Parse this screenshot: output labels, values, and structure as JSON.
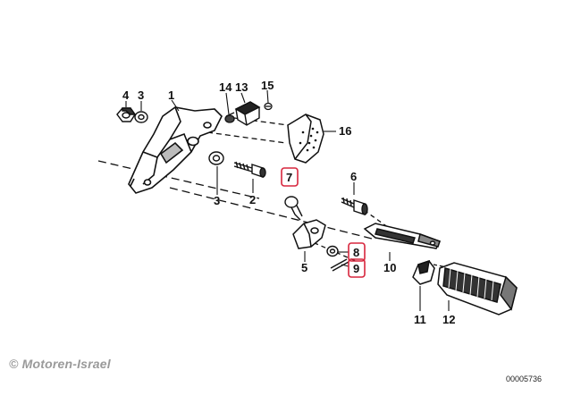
{
  "callouts": [
    {
      "id": "c1",
      "label": "1",
      "highlighted": false
    },
    {
      "id": "c2",
      "label": "2",
      "highlighted": false
    },
    {
      "id": "c3a",
      "label": "3",
      "highlighted": false
    },
    {
      "id": "c3b",
      "label": "3",
      "highlighted": false
    },
    {
      "id": "c4",
      "label": "4",
      "highlighted": false
    },
    {
      "id": "c5",
      "label": "5",
      "highlighted": false
    },
    {
      "id": "c6",
      "label": "6",
      "highlighted": false
    },
    {
      "id": "c7",
      "label": "7",
      "highlighted": true
    },
    {
      "id": "c8",
      "label": "8",
      "highlighted": true
    },
    {
      "id": "c9",
      "label": "9",
      "highlighted": true
    },
    {
      "id": "c10",
      "label": "10",
      "highlighted": false
    },
    {
      "id": "c11",
      "label": "11",
      "highlighted": false
    },
    {
      "id": "c12",
      "label": "12",
      "highlighted": false
    },
    {
      "id": "c13",
      "label": "13",
      "highlighted": false
    },
    {
      "id": "c14",
      "label": "14",
      "highlighted": false
    },
    {
      "id": "c15",
      "label": "15",
      "highlighted": false
    },
    {
      "id": "c16",
      "label": "16",
      "highlighted": false
    }
  ],
  "watermark": "© Motoren-Israel",
  "drawing_number": "00005736",
  "colors": {
    "line": "#111111",
    "highlight_box": "#d7263d",
    "watermark": "#9a9a9a",
    "background": "#ffffff"
  }
}
